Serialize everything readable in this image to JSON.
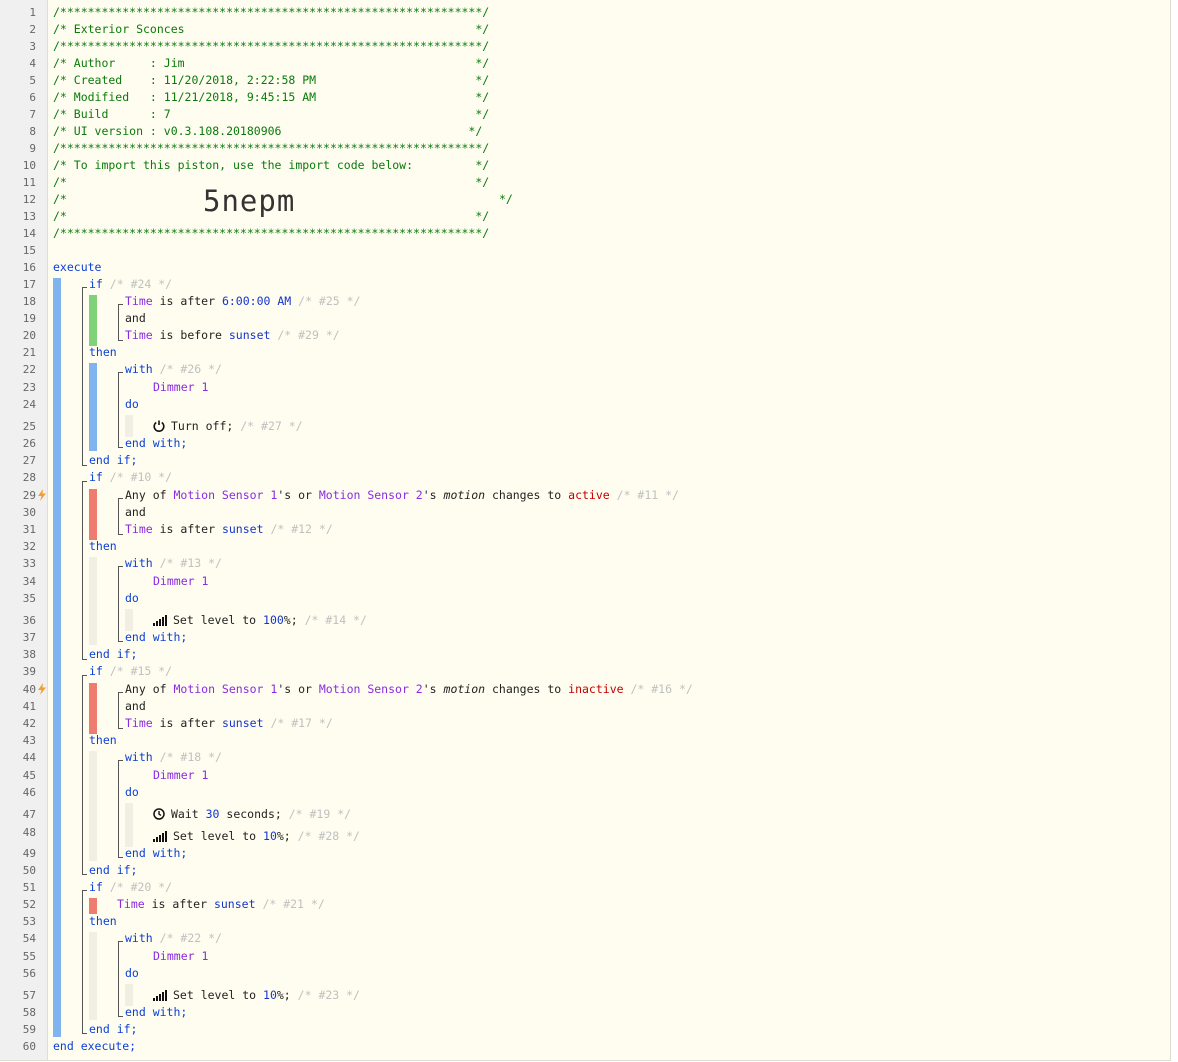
{
  "header": {
    "border": "/*************************************************************/",
    "title": "/* Exterior Sconces                                          */",
    "author": "/* Author     : Jim                                          */",
    "created": "/* Created    : 11/20/2018, 2:22:58 PM                       */",
    "modified": "/* Modified   : 11/21/2018, 9:45:15 AM                       */",
    "build": "/* Build      : 7                                            */",
    "ui_version": "/* UI version : v0.3.108.20180906                           */",
    "import_note": "/* To import this piston, use the import code below:         */",
    "blank": "/*                                                           */",
    "import_prefix": "/*",
    "import_suffix": "*/",
    "import_code": "5nepm"
  },
  "line_numbers": [
    "1",
    "2",
    "3",
    "4",
    "5",
    "6",
    "7",
    "8",
    "9",
    "10",
    "11",
    "12",
    "13",
    "14",
    "15",
    "16",
    "17",
    "18",
    "19",
    "20",
    "21",
    "22",
    "23",
    "24",
    "25",
    "26",
    "27",
    "28",
    "29",
    "30",
    "31",
    "32",
    "33",
    "34",
    "35",
    "36",
    "37",
    "38",
    "39",
    "40",
    "41",
    "42",
    "43",
    "44",
    "45",
    "46",
    "47",
    "48",
    "49",
    "50",
    "51",
    "52",
    "53",
    "54",
    "55",
    "56",
    "57",
    "58",
    "59",
    "60"
  ],
  "kw": {
    "execute": "execute",
    "end_execute": "end execute;",
    "if": "if",
    "then": "then",
    "and": "and",
    "with": "with",
    "do": "do",
    "end_with": "end with;",
    "end_if": "end if;"
  },
  "words": {
    "time": "Time",
    "is_after": " is after ",
    "is_before": " is before ",
    "sunset": "sunset",
    "time_6am": "6:00:00 AM",
    "dimmer": "Dimmer 1",
    "turn_off": "Turn off;",
    "any_of": "Any of ",
    "sensor1": "Motion Sensor 1",
    "s_or": "'s or ",
    "sensor2": "Motion Sensor 2",
    "s_": "'s ",
    "motion": "motion",
    "changes_to": " changes to ",
    "active": "active",
    "inactive": "inactive",
    "set_level_to": "Set level to ",
    "pct100": "100",
    "pct10": "10",
    "pct_end": "%;",
    "wait": "Wait ",
    "thirty": "30",
    "seconds": " seconds;"
  },
  "comments": {
    "c24": "/* #24 */",
    "c25": "/* #25 */",
    "c29": "/* #29 */",
    "c26": "/* #26 */",
    "c27": "/* #27 */",
    "c10": "/* #10 */",
    "c11": "/* #11 */",
    "c12": "/* #12 */",
    "c13": "/* #13 */",
    "c14": "/* #14 */",
    "c15": "/* #15 */",
    "c16": "/* #16 */",
    "c17": "/* #17 */",
    "c18": "/* #18 */",
    "c19": "/* #19 */",
    "c28": "/* #28 */",
    "c20": "/* #20 */",
    "c21": "/* #21 */",
    "c22": "/* #22 */",
    "c23": "/* #23 */"
  },
  "icons": {
    "power": "power-icon",
    "signal": "signal-bars-icon",
    "clock": "clock-icon",
    "trigger": "lightning-bolt-icon"
  },
  "colors": {
    "comment": "#0b7a0b",
    "keyword": "#0b3fd6",
    "device": "#8a2be2",
    "value": "#1535c9",
    "state": "#c40000",
    "bar_blue": "#7fb4ee",
    "bar_green": "#7fd278",
    "bar_red": "#ee7d70",
    "trigger": "#f0a030"
  }
}
